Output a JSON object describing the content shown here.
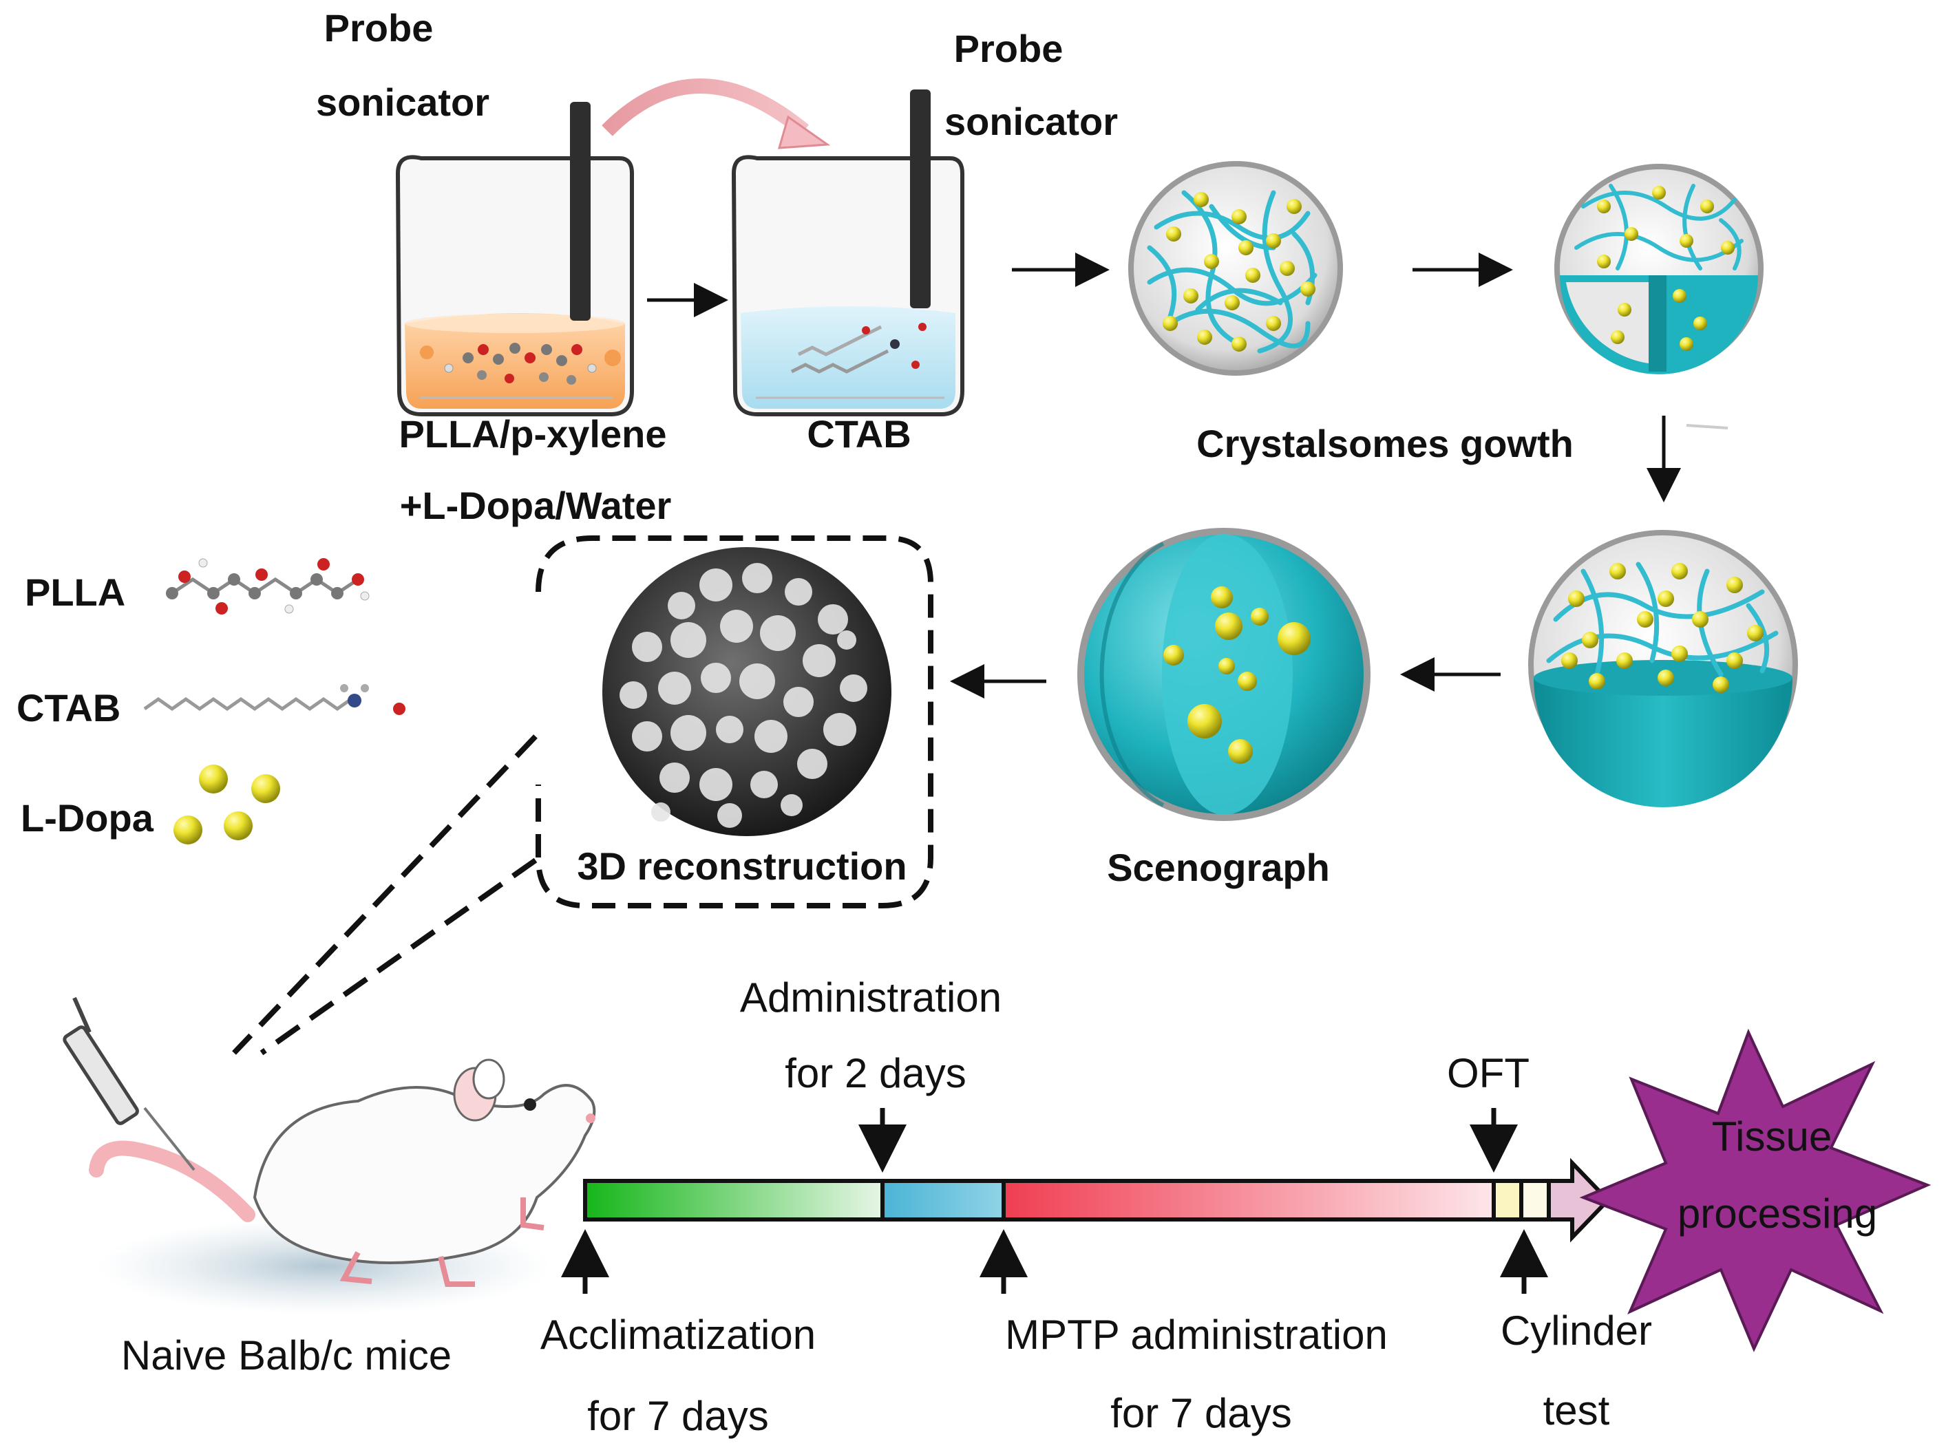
{
  "synthesis": {
    "probe_label_1a": "Probe",
    "probe_label_1b": "sonicator",
    "probe_label_2a": "Probe",
    "probe_label_2b": "sonicator",
    "beaker1_label_a": "PLLA/p-xylene",
    "beaker1_label_b": "+L-Dopa/Water",
    "beaker2_label": "CTAB",
    "growth_label": "Crystalsomes gowth",
    "scenograph_label": "Scenograph",
    "reconstruction_label": "3D reconstruction"
  },
  "legend": {
    "items": [
      {
        "label": "PLLA",
        "icon": "plla-molecule-icon"
      },
      {
        "label": "CTAB",
        "icon": "ctab-molecule-icon"
      },
      {
        "label": "L-Dopa",
        "icon": "l-dopa-spheres-icon"
      }
    ]
  },
  "timeline": {
    "mouse_label": "Naive Balb/c mice",
    "administration_a": "Administration",
    "administration_b": "for 2 days",
    "oft": "OFT",
    "acclimatization_a": "Acclimatization",
    "acclimatization_b": "for 7 days",
    "mptp_a": "MPTP administration",
    "mptp_b": "for 7 days",
    "cylinder_a": "Cylinder",
    "cylinder_b": "test",
    "tissue_a": "Tissue",
    "tissue_b": "processing"
  },
  "colors": {
    "teal": "#1fb3bf",
    "teal_dark": "#0f8f99",
    "yellow": "#e8e020",
    "orange": "#f6a256",
    "phase_green": "#1ec21e",
    "phase_blue": "#55bcd6",
    "phase_red": "#f04656",
    "star_purple": "#9a2e8e"
  }
}
